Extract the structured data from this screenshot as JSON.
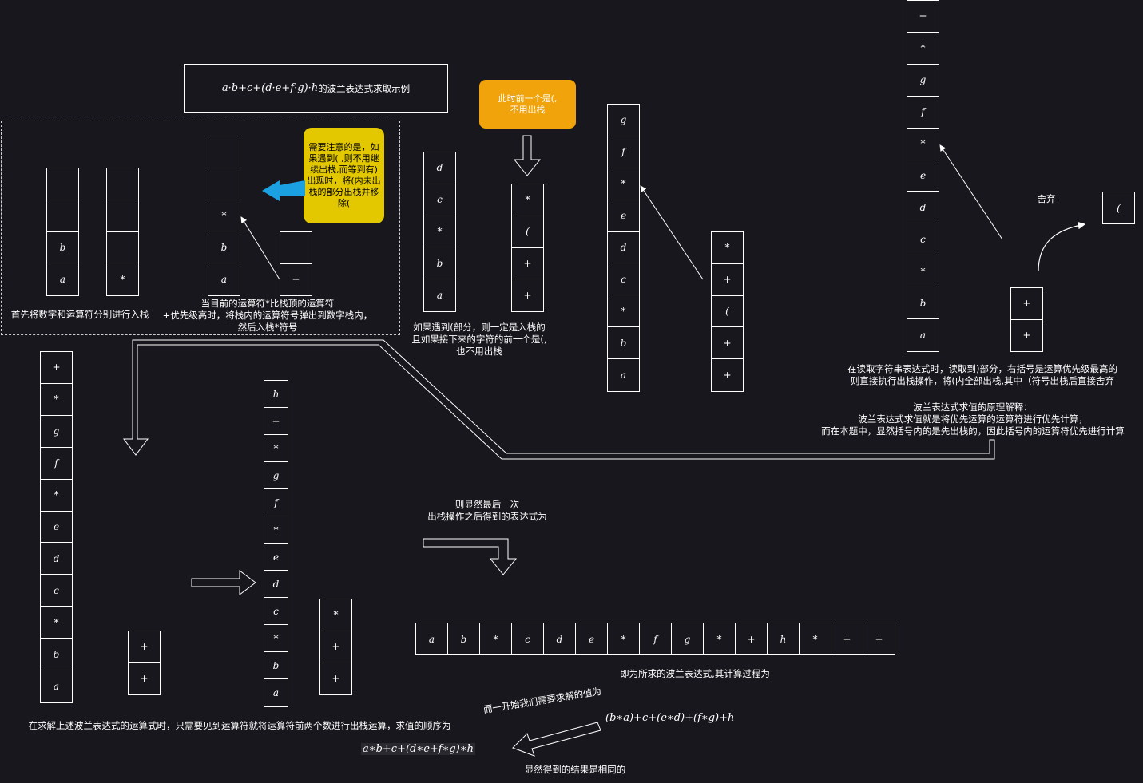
{
  "title": {
    "expr": "a·b+c+(d·e+f·g)·h",
    "suffix": " 的波兰表达式求取示例"
  },
  "notes": {
    "yellow": "需要注意的是，如果遇到( ,则不用继续出栈,而等到有)出现时，将(内未出栈的部分出栈并移除(",
    "orange": "此时前一个是(,\n不用出栈",
    "first_step": "首先将数字和运算符分别进行入栈",
    "compare": "当目前的运算符*比栈顶的运算符\n+优先级高时，将栈内的运算符号弹出到数字栈内，\n然后入栈*符号",
    "paren": "如果遇到(部分，则一定是入栈的\n且如果接下来的字符的前一个是(,\n也不用出栈",
    "discard": "舍弃",
    "close_paren": "在读取字符串表达式时，读取到)部分，右括号是运算优先级最高的\n则直接执行出栈操作，将(内全部出栈,其中（符号出栈后直接舍弃",
    "principle": "波兰表达式求值的原理解释：\n波兰表达式求值就是将优先运算的运算符进行优先计算，\n而在本题中，显然括号内的是先出栈的，因此括号内的运算符优先进行计算",
    "final_expr_label": "则显然最后一次\n出栈操作之后得到的表达式为",
    "result_label": "即为所求的波兰表达式,其计算过程为",
    "eval_order": "在求解上述波兰表达式的运算式时，只需要见到运算符就将运算符前两个数进行出栈运算，求值的顺序为",
    "initial_value": "而一开始我们需要求解的值为",
    "same_result": "显然得到的结果是相同的"
  },
  "math": {
    "eval_expr": "(b∗a)+c+(e∗d)+(f∗g)+h",
    "orig_expr": "a∗b+c+(d∗e+f∗g)∗h"
  },
  "stacks": {
    "s1": [
      "",
      "",
      "b",
      "a"
    ],
    "s2": [
      "",
      "",
      "",
      "*"
    ],
    "s3": [
      "",
      "",
      "*",
      "b",
      "a"
    ],
    "s4": [
      "",
      "+"
    ],
    "s5": [
      "d",
      "c",
      "*",
      "b",
      "a"
    ],
    "s6": [
      "*",
      "(",
      "+",
      "+"
    ],
    "s7": [
      "g",
      "f",
      "*",
      "e",
      "d",
      "c",
      "*",
      "b",
      "a"
    ],
    "s8": [
      "*",
      "+",
      "(",
      "+",
      "+"
    ],
    "s9": [
      "+",
      "*",
      "g",
      "f",
      "*",
      "e",
      "d",
      "c",
      "*",
      "b",
      "a"
    ],
    "s10": [
      "+",
      "+"
    ],
    "s11": [
      "("
    ],
    "s12": [
      "+",
      "*",
      "g",
      "f",
      "*",
      "e",
      "d",
      "c",
      "*",
      "b",
      "a"
    ],
    "s13": [
      "+",
      "+"
    ],
    "s14": [
      "h",
      "+",
      "*",
      "g",
      "f",
      "*",
      "e",
      "d",
      "c",
      "*",
      "b",
      "a"
    ],
    "s15": [
      "*",
      "+",
      "+"
    ]
  },
  "result_row": [
    "a",
    "b",
    "*",
    "c",
    "d",
    "e",
    "*",
    "f",
    "g",
    "*",
    "+",
    "h",
    "*",
    "+",
    "+"
  ],
  "colors": {
    "background": "#18171d",
    "yellow_note": "#e3c800",
    "orange_note": "#f0a30a",
    "blue_arrow": "#1ba1e2",
    "line": "#ffffff"
  }
}
